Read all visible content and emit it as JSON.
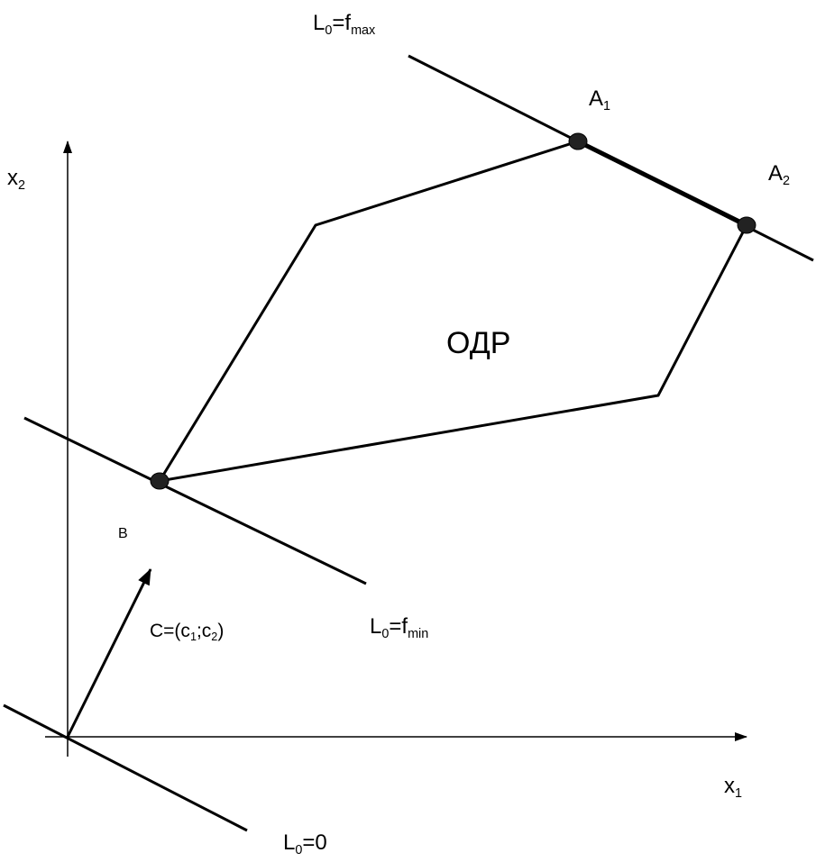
{
  "colors": {
    "ink": "#000000",
    "background": "#ffffff",
    "point_fill": "#222222"
  },
  "labels": {
    "fmax": {
      "main": "L",
      "sub0": "0",
      "eq": "=f",
      "sub": "max"
    },
    "fmin": {
      "main": "L",
      "sub0": "0",
      "eq": "=f",
      "sub": "min"
    },
    "zero": {
      "main": "L",
      "sub0": "0",
      "rest": "=0"
    },
    "x1": {
      "main": "x",
      "sub": "1"
    },
    "x2": {
      "main": "x",
      "sub": "2"
    },
    "a1": {
      "main": "A",
      "sub": "1"
    },
    "a2": {
      "main": "A",
      "sub": "2"
    },
    "region": "ОДР",
    "b": "B",
    "vector": {
      "pre": "C=(c",
      "sub1": "1",
      "mid": ";c",
      "sub2": "2",
      "post": ")"
    }
  }
}
